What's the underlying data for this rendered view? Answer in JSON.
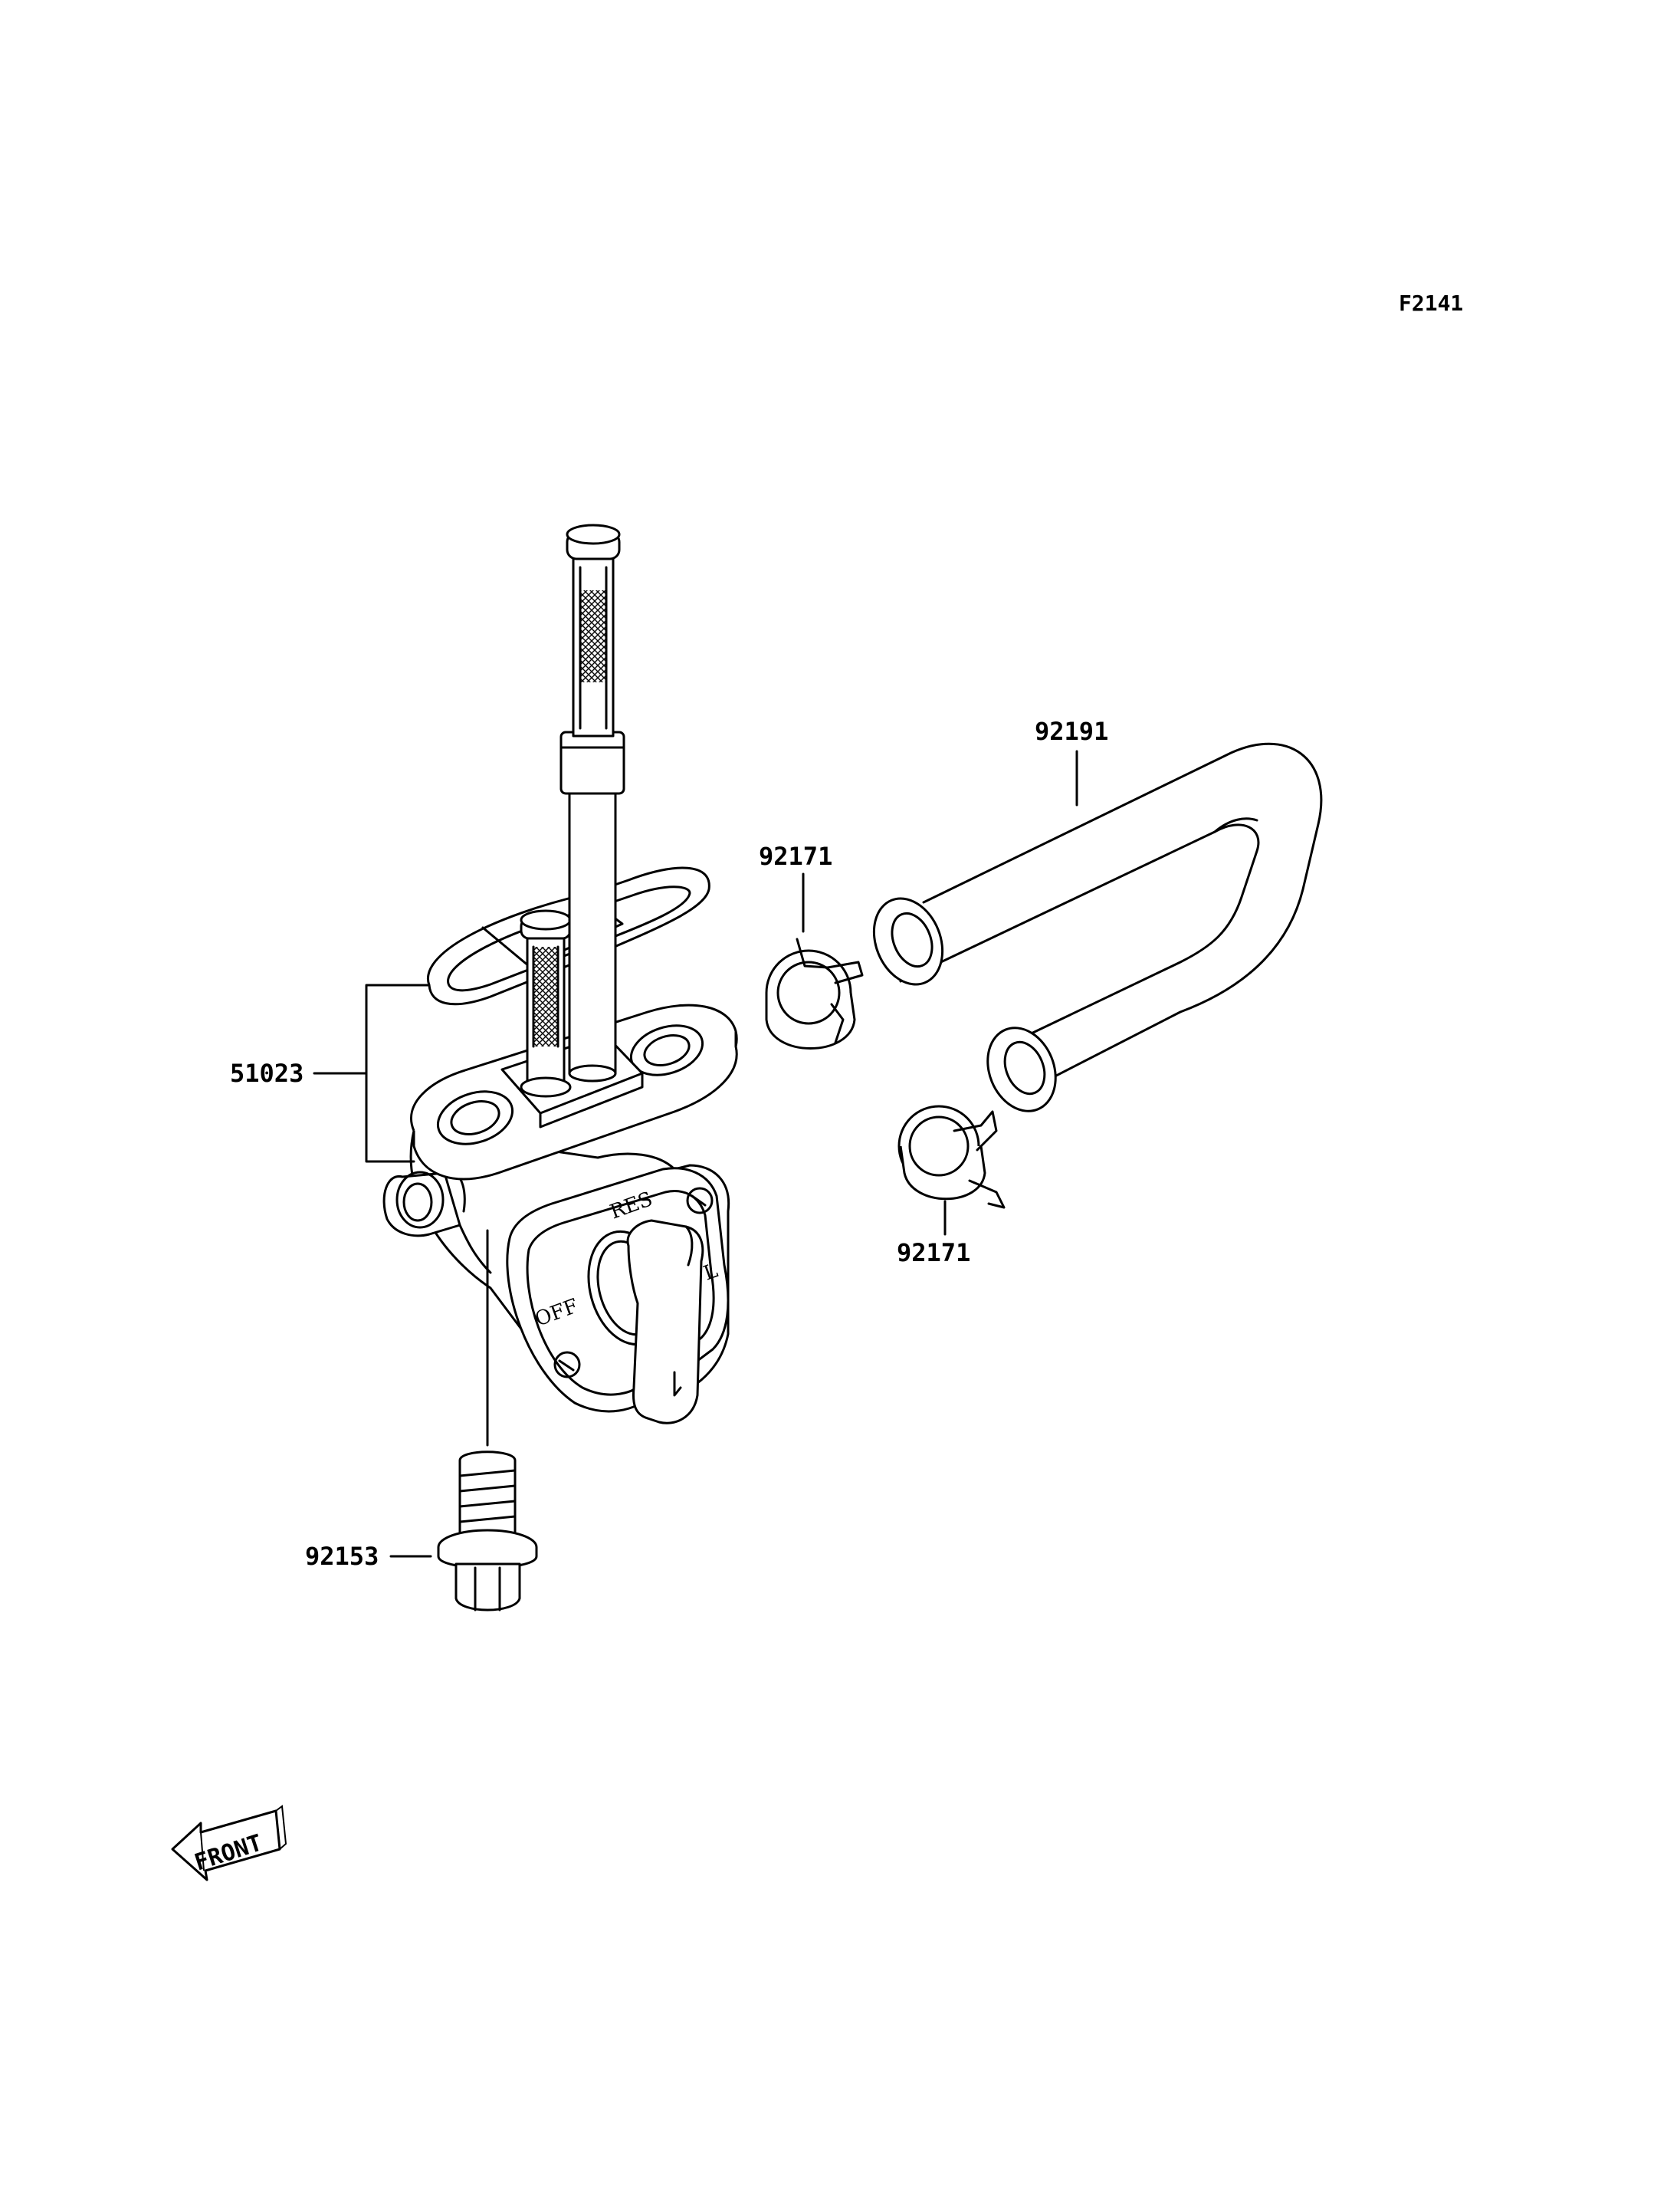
{
  "figure_code": "F2141",
  "parts": {
    "fuel_cock_assy": "51023",
    "fuel_hose": "92191",
    "hose_clamp_upper": "92171",
    "hose_clamp_lower": "92171",
    "flange_bolt": "92153"
  },
  "dial_labels": {
    "reserve": "RES",
    "off": "OFF",
    "on_fragment": "L"
  },
  "front_marker": "FRONT"
}
